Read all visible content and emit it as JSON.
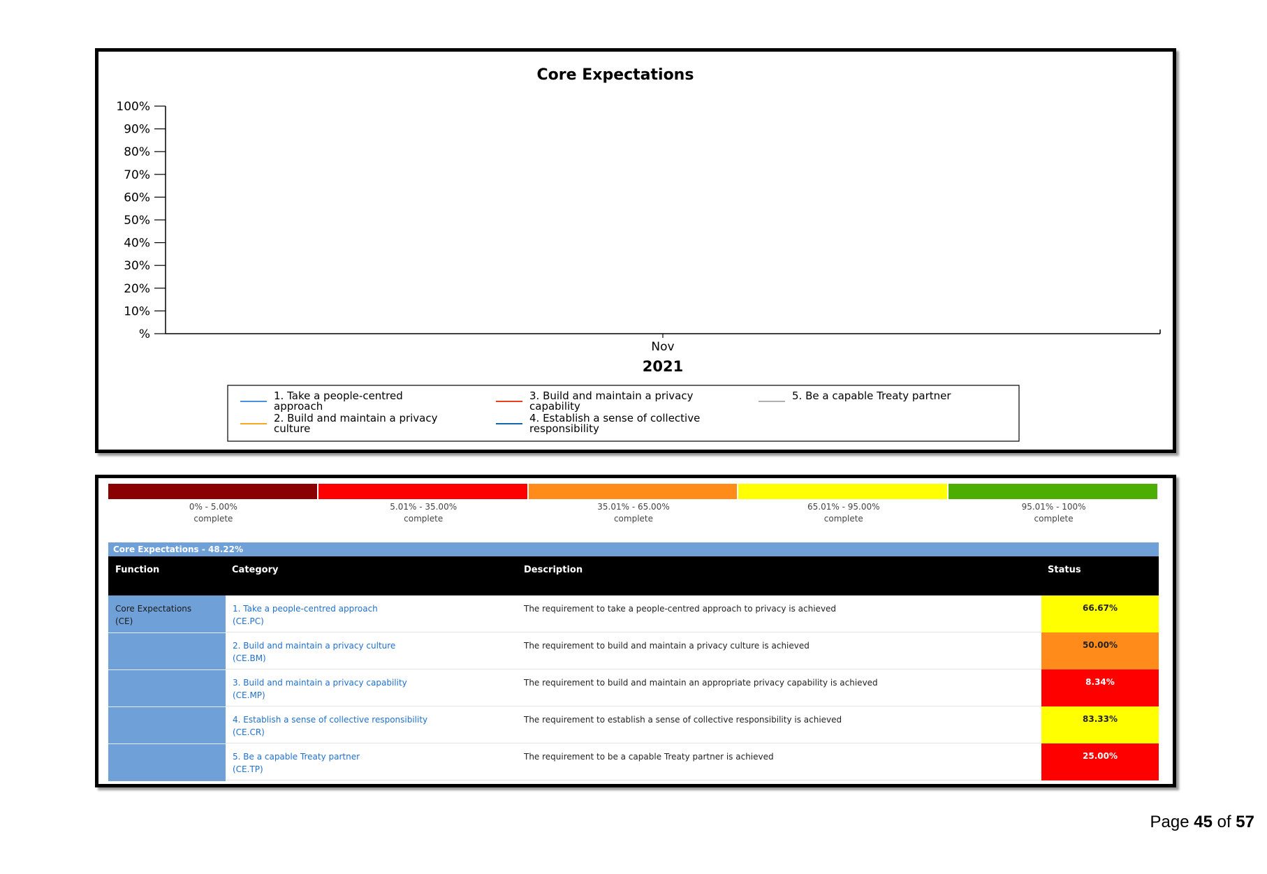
{
  "chart_data": {
    "type": "line",
    "title": "Core Expectations",
    "x_categories": [
      "Nov"
    ],
    "x_group_label": "2021",
    "y_ticks": [
      "100%",
      "90%",
      "80%",
      "70%",
      "60%",
      "50%",
      "40%",
      "30%",
      "20%",
      "10%",
      "%"
    ],
    "ylim": [
      0,
      100
    ],
    "grid": false,
    "legend_position": "bottom",
    "series": [
      {
        "name": "1.  Take a people-centred approach",
        "color": "#4a90e2",
        "values": []
      },
      {
        "name": "2. Build and maintain a privacy culture",
        "color": "#f5a623",
        "values": []
      },
      {
        "name": "3. Build and maintain a privacy capability",
        "color": "#e8401c",
        "values": []
      },
      {
        "name": "4. Establish a sense of collective responsibility",
        "color": "#1565a8",
        "values": []
      },
      {
        "name": "5. Be a capable Treaty partner",
        "color": "#b0b0b0",
        "values": []
      }
    ],
    "legend_lines": [
      [
        "1.  Take a people-centred",
        "approach"
      ],
      [
        "2. Build and maintain a privacy",
        "culture"
      ],
      [
        "3. Build and maintain a privacy",
        "capability"
      ],
      [
        "4. Establish a sense of collective",
        "responsibility"
      ],
      [
        "5. Be a capable Treaty partner"
      ]
    ]
  },
  "scale": [
    {
      "range": "0% - 5.00%",
      "sub": "complete",
      "color": "#8b0000"
    },
    {
      "range": "5.01% - 35.00%",
      "sub": "complete",
      "color": "#ff0000"
    },
    {
      "range": "35.01% - 65.00%",
      "sub": "complete",
      "color": "#ff8c1a"
    },
    {
      "range": "65.01% - 95.00%",
      "sub": "complete",
      "color": "#ffff00"
    },
    {
      "range": "95.01% - 100%",
      "sub": "complete",
      "color": "#4caf00"
    }
  ],
  "table": {
    "summary": "Core Expectations - 48.22%",
    "headers": {
      "function": "Function",
      "category": "Category",
      "description": "Description",
      "status": "Status"
    },
    "function_label": [
      "Core Expectations",
      "(CE)"
    ],
    "rows": [
      {
        "category": "1. Take a people-centred approach",
        "code": "(CE.PC)",
        "description": "The requirement to take a people-centred approach to privacy is achieved",
        "status": "66.67%",
        "status_color": "#ffff00",
        "status_text_color": "#222222"
      },
      {
        "category": "2. Build and maintain a privacy culture",
        "code": "(CE.BM)",
        "description": "The requirement to build and maintain a privacy culture is achieved",
        "status": "50.00%",
        "status_color": "#ff8c1a",
        "status_text_color": "#222222"
      },
      {
        "category": "3. Build and maintain a privacy capability",
        "code": "(CE.MP)",
        "description": "The requirement to build and maintain an appropriate privacy capability is achieved",
        "status": "8.34%",
        "status_color": "#ff0000",
        "status_text_color": "#ffffff"
      },
      {
        "category": "4. Establish a sense of collective responsibility",
        "code": "(CE.CR)",
        "description": "The requirement to establish a sense of collective responsibility is achieved",
        "status": "83.33%",
        "status_color": "#ffff00",
        "status_text_color": "#222222"
      },
      {
        "category": "5. Be a capable Treaty partner",
        "code": "(CE.TP)",
        "description": "The requirement to be a capable Treaty partner is achieved",
        "status": "25.00%",
        "status_color": "#ff0000",
        "status_text_color": "#ffffff"
      }
    ]
  },
  "footer": {
    "prefix": "Page",
    "current": "45",
    "of": "of",
    "total": "57"
  }
}
